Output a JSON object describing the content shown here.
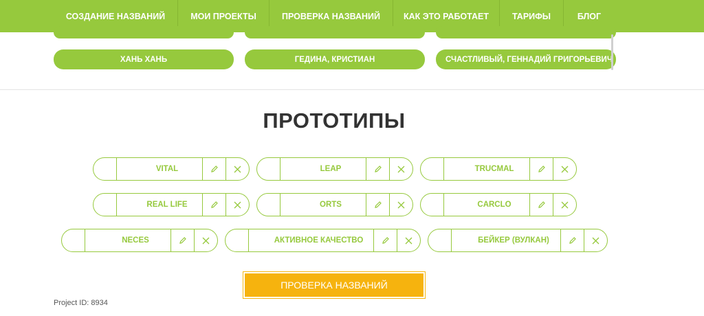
{
  "nav": [
    {
      "label": "СОЗДАНИЕ НАЗВАНИЙ"
    },
    {
      "label": "МОИ ПРОЕКТЫ"
    },
    {
      "label": "ПРОВЕРКА НАЗВАНИЙ"
    },
    {
      "label": "КАК ЭТО РАБОТАЕТ"
    },
    {
      "label": "ТАРИФЫ"
    },
    {
      "label": "БЛОГ"
    }
  ],
  "names": [
    {
      "label": "ХАНЬ ХАНЬ"
    },
    {
      "label": "ГЕДИНА, КРИСТИАН"
    },
    {
      "label": "СЧАСТЛИВЫЙ, ГЕННАДИЙ ГРИГОРЬЕВИЧ"
    }
  ],
  "prototypes_title": "ПРОТОТИПЫ",
  "prototypes": [
    {
      "label": "VITAL"
    },
    {
      "label": "LEAP"
    },
    {
      "label": "TRUCMAL"
    },
    {
      "label": "REAL LIFE"
    },
    {
      "label": "ORTS"
    },
    {
      "label": "CARCLO"
    },
    {
      "label": "NECES"
    },
    {
      "label": "АКТИВНОЕ КАЧЕСТВО"
    },
    {
      "label": "БЕЙКЕР (ВУЛКАН)"
    }
  ],
  "check_button": "ПРОВЕРКА НАЗВАНИЙ",
  "project_id": "Project ID: 8934",
  "colors": {
    "green": "#96c93d",
    "orange": "#f6b30e",
    "title": "#333333"
  },
  "icons": {
    "edit": "pencil-icon",
    "delete": "close-icon"
  }
}
